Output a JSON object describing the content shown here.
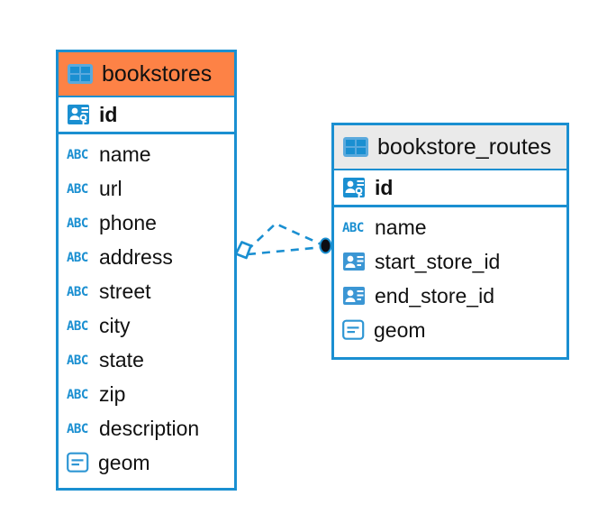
{
  "diagram": {
    "type": "entity-relationship-diagram",
    "background": "#ffffff",
    "accent_blue": "#1a8fd1",
    "accent_orange": "#fd8246",
    "accent_gray": "#eaeaea",
    "entities": [
      {
        "id": "bookstores",
        "title": "bookstores",
        "header_color": "#fd8246",
        "header_icon": "table-icon",
        "primary_keys": [
          {
            "name": "id",
            "icon": "primary-key-icon"
          }
        ],
        "fields": [
          {
            "name": "name",
            "icon": "abc-text-icon"
          },
          {
            "name": "url",
            "icon": "abc-text-icon"
          },
          {
            "name": "phone",
            "icon": "abc-text-icon"
          },
          {
            "name": "address",
            "icon": "abc-text-icon"
          },
          {
            "name": "street",
            "icon": "abc-text-icon"
          },
          {
            "name": "city",
            "icon": "abc-text-icon"
          },
          {
            "name": "state",
            "icon": "abc-text-icon"
          },
          {
            "name": "zip",
            "icon": "abc-text-icon"
          },
          {
            "name": "description",
            "icon": "abc-text-icon"
          },
          {
            "name": "geom",
            "icon": "geometry-icon"
          }
        ]
      },
      {
        "id": "bookstore_routes",
        "title": "bookstore_routes",
        "header_color": "#eaeaea",
        "header_icon": "table-icon",
        "primary_keys": [
          {
            "name": "id",
            "icon": "primary-key-icon"
          }
        ],
        "fields": [
          {
            "name": "name",
            "icon": "abc-text-icon"
          },
          {
            "name": "start_store_id",
            "icon": "foreign-key-icon"
          },
          {
            "name": "end_store_id",
            "icon": "foreign-key-icon"
          },
          {
            "name": "geom",
            "icon": "geometry-icon"
          }
        ]
      }
    ],
    "relationship": {
      "from": "bookstores",
      "to": "bookstore_routes",
      "line_style": "dashed",
      "line_color": "#1a8fd1",
      "source_marker": "diamond-marker",
      "target_marker": "filled-circle-marker",
      "target_marker_color": "#0d0d14"
    }
  }
}
